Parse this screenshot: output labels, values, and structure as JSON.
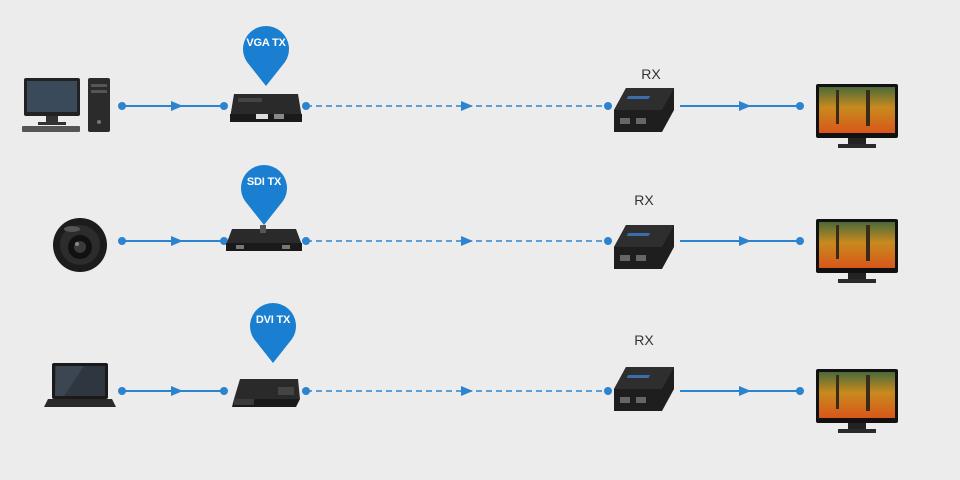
{
  "colors": {
    "accent": "#1a7fd0",
    "line": "#2c83d0",
    "background": "#ececec"
  },
  "rows": [
    {
      "source": "desktop-computer",
      "tx_label": "VGA TX",
      "rx_label": "RX",
      "sink": "monitor"
    },
    {
      "source": "dome-camera",
      "tx_label": "SDI TX",
      "rx_label": "RX",
      "sink": "monitor"
    },
    {
      "source": "laptop",
      "tx_label": "DVI TX",
      "rx_label": "RX",
      "sink": "monitor"
    }
  ]
}
